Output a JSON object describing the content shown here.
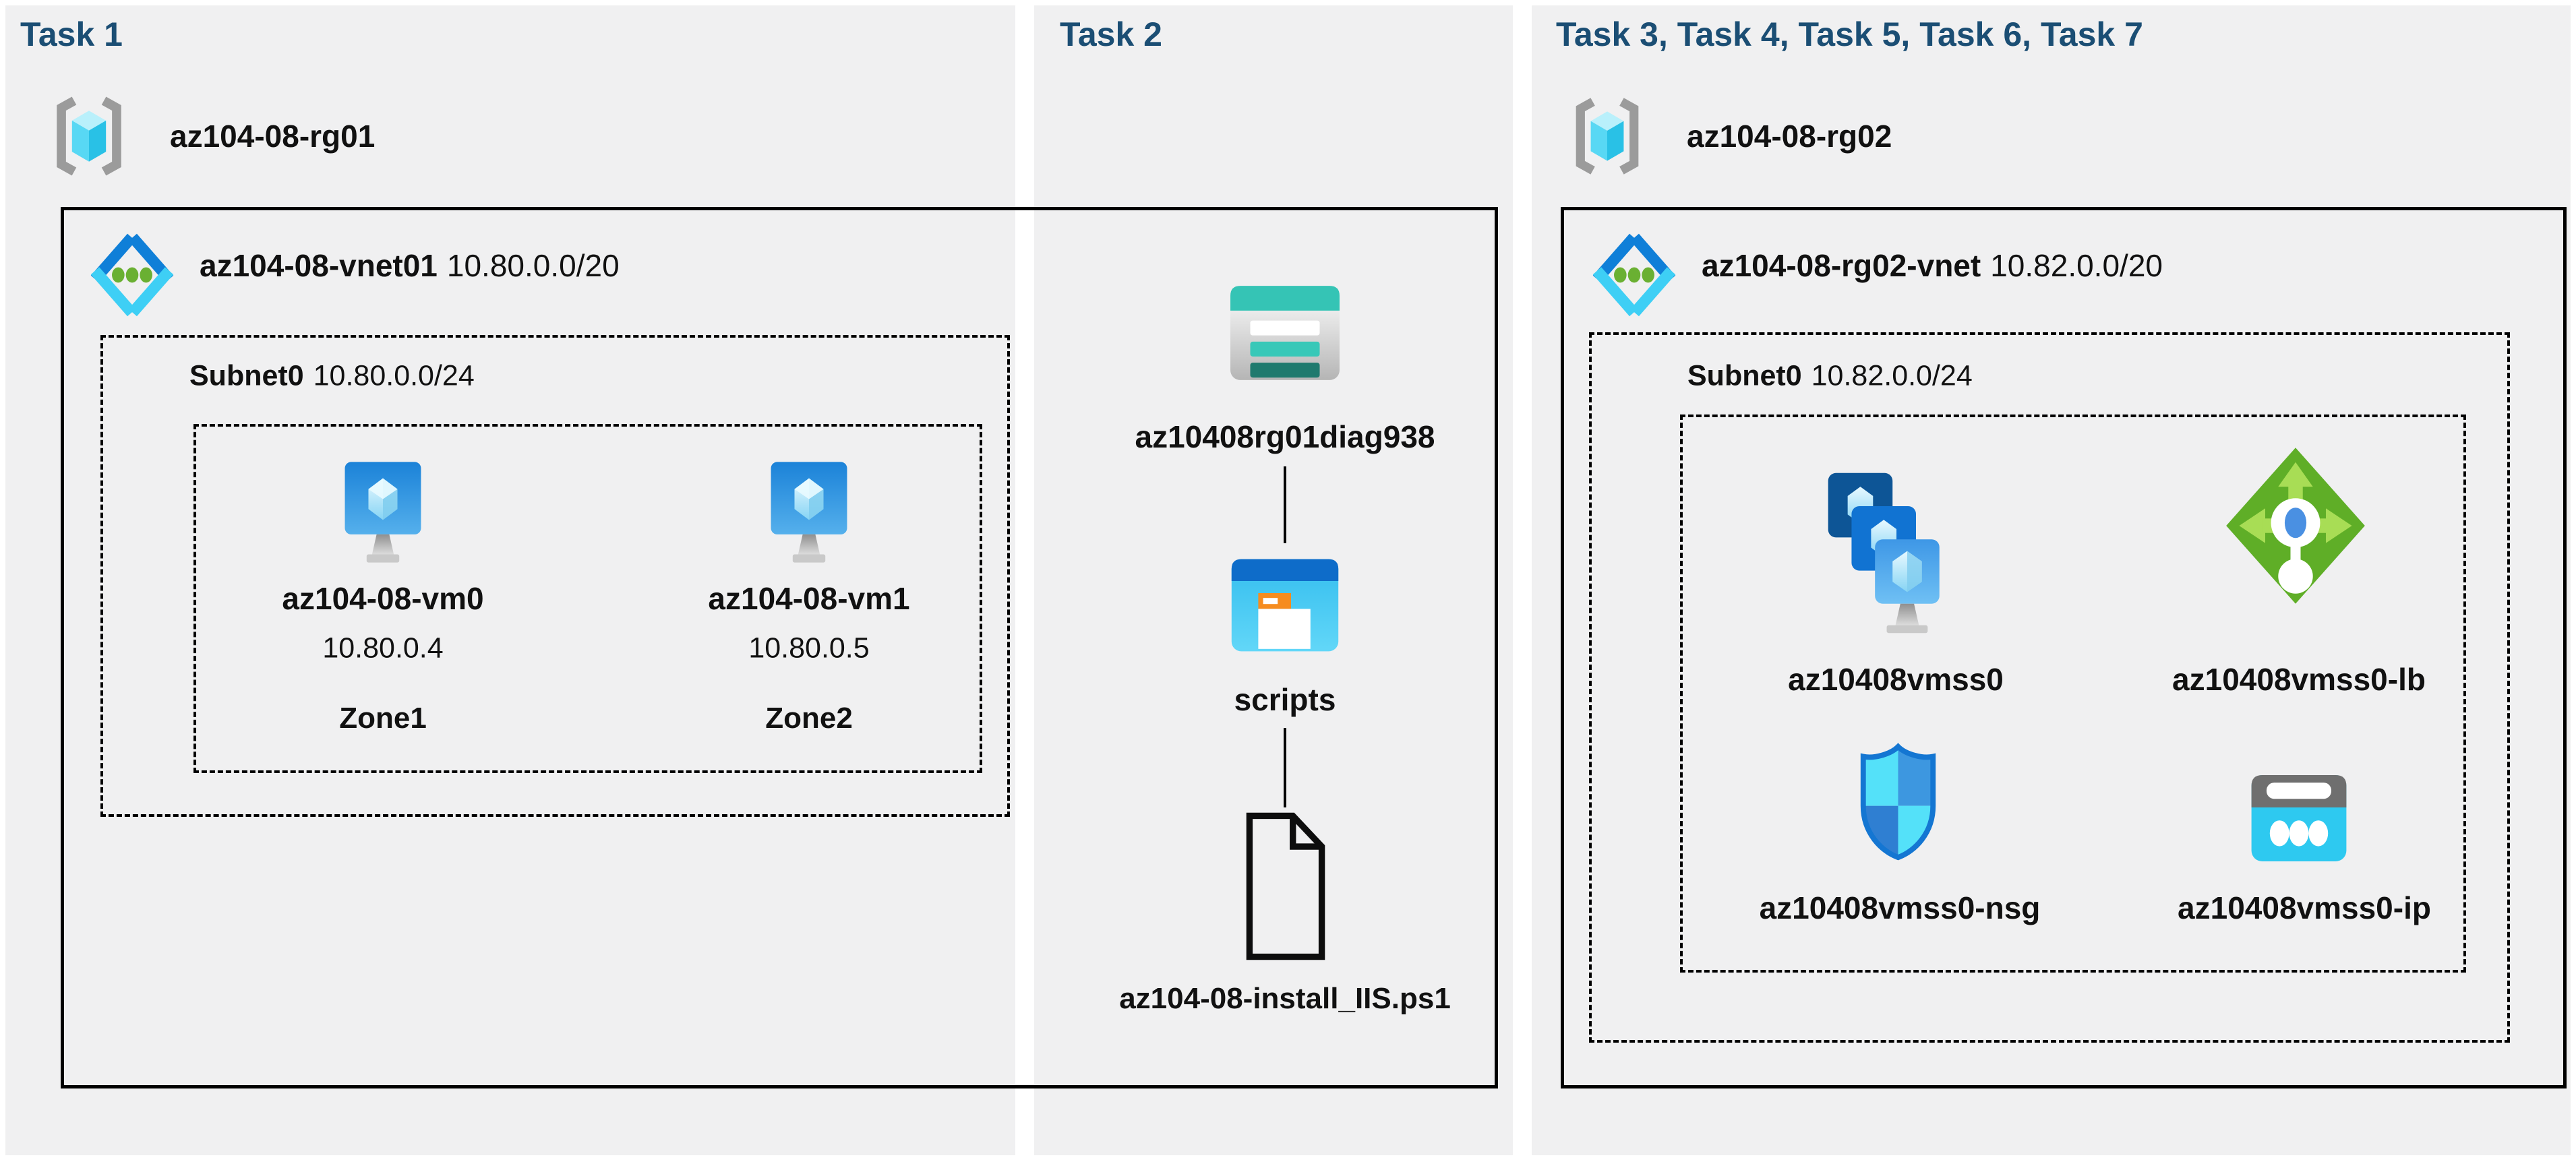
{
  "colors": {
    "panel_bg": "#f0f0f1",
    "task_title": "#1b4e74",
    "text": "#111111",
    "connector": "#000000",
    "storage_teal": "#35c4b5",
    "storage_teal_dark": "#1f7a6e",
    "azure_blue": "#0f7fd8",
    "azure_cyan": "#3ecff5",
    "vnet_dot_green": "#6ab032",
    "lb_green": "#5fae27",
    "folder_orange": "#f68c1f"
  },
  "icons": {
    "resource_group": "resource-group-icon (gray brackets + cyan cube)",
    "virtual_network": "vnet-icon (blue/cyan chevrons + green dots)",
    "virtual_machine": "vm-icon (blue monitor with crystal)",
    "storage_account": "storage-account-icon (teal banded box)",
    "blob_container": "blob-container-icon (blue window with folder)",
    "file": "file-icon (outlined document with folded corner)",
    "vm_scale_set": "vmss-icon (three stacked vm squares)",
    "load_balancer": "load-balancer-icon (green diamond with arrows)",
    "network_security_group": "nsg-icon (blue checkered shield)",
    "public_ip": "public-ip-icon (gray/cyan browser with dots)"
  },
  "tasks": [
    {
      "title": "Task 1",
      "resource_group": "az104-08-rg01",
      "vnet_name": "az104-08-vnet01",
      "vnet_cidr": "10.80.0.0/20",
      "subnet_name": "Subnet0",
      "subnet_cidr": "10.80.0.0/24",
      "vms": [
        {
          "name": "az104-08-vm0",
          "ip": "10.80.0.4",
          "zone": "Zone1"
        },
        {
          "name": "az104-08-vm1",
          "ip": "10.80.0.5",
          "zone": "Zone2"
        }
      ]
    },
    {
      "title": "Task 2",
      "storage_account": "az10408rg01diag938",
      "blob_container": "scripts",
      "script_file": "az104-08-install_IIS.ps1"
    },
    {
      "title": "Task 3, Task 4, Task 5, Task 6, Task 7",
      "resource_group": "az104-08-rg02",
      "vnet_name": "az104-08-rg02-vnet",
      "vnet_cidr": "10.82.0.0/20",
      "subnet_name": "Subnet0",
      "subnet_cidr": "10.82.0.0/24",
      "resources": [
        {
          "name": "az10408vmss0",
          "type": "vm-scale-set"
        },
        {
          "name": "az10408vmss0-lb",
          "type": "load-balancer"
        },
        {
          "name": "az10408vmss0-nsg",
          "type": "network-security-group"
        },
        {
          "name": "az10408vmss0-ip",
          "type": "public-ip"
        }
      ]
    }
  ]
}
